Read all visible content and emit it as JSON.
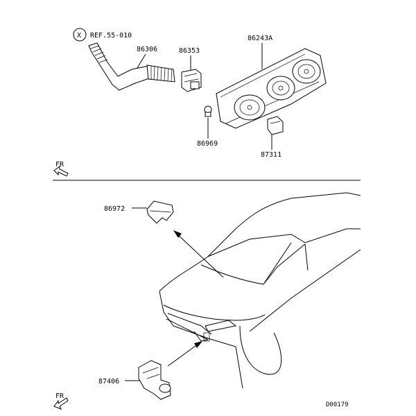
{
  "diagram": {
    "ref_marker": "X",
    "labels": {
      "ref": "REF.55-010",
      "p86306": "86306",
      "p86353": "86353",
      "p86243A": "86243A",
      "p86969": "86969",
      "p87311": "87311",
      "p86972": "86972",
      "p87406": "87406"
    },
    "direction_top": "FR",
    "direction_bottom": "FR",
    "drawing_code": "D00179"
  }
}
